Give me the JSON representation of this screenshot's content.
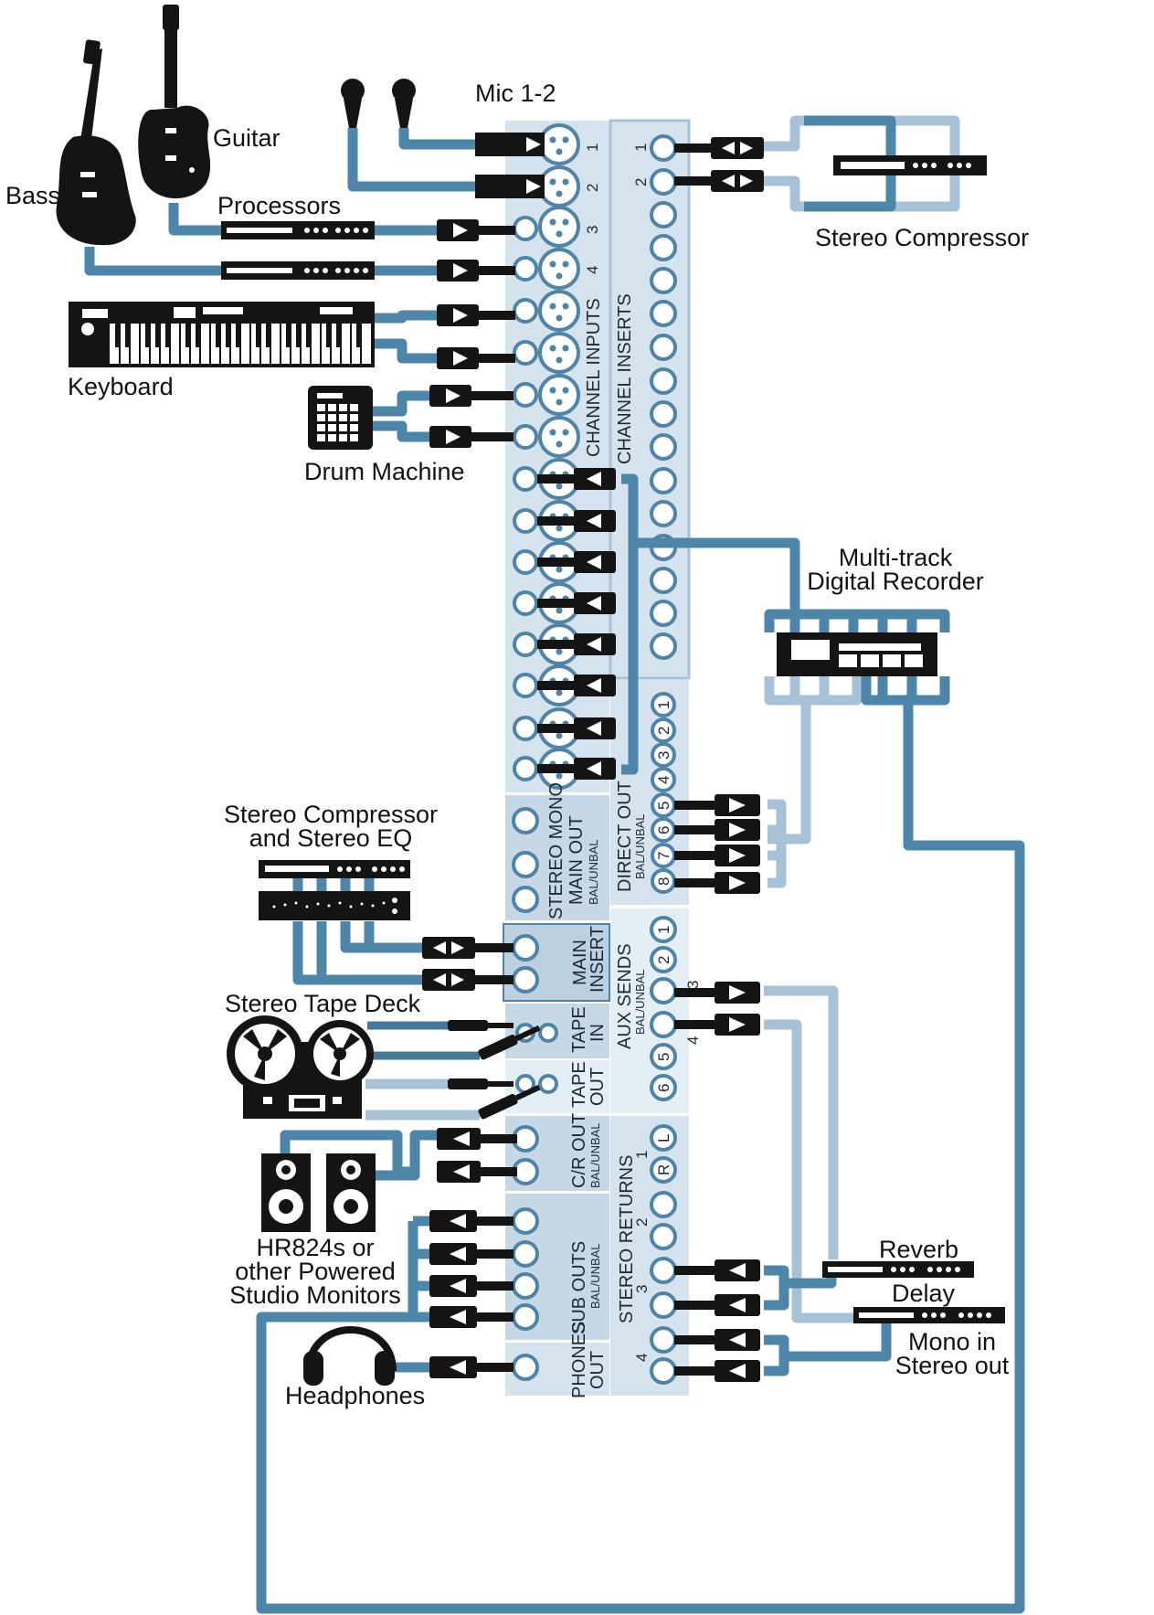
{
  "title": "",
  "colors": {
    "cable_dark": "#4e86aa",
    "cable_light": "#a7c2d6",
    "panel": "#d5e3ee",
    "panel_mid": "#c6d8e6",
    "equipment": "#141414"
  },
  "devices": {
    "mic": "Mic 1-2",
    "guitar": "Guitar",
    "bass": "Bass",
    "processors": "Processors",
    "keyboard": "Keyboard",
    "drum_machine": "Drum Machine",
    "stereo_compressor_top": "Stereo Compressor",
    "recorder_line1": "Multi-track",
    "recorder_line2": "Digital Recorder",
    "comp_eq_line1": "Stereo Compressor",
    "comp_eq_line2": "and Stereo EQ",
    "tape_deck": "Stereo Tape Deck",
    "monitors_line1": "HR824s or",
    "monitors_line2": "other Powered",
    "monitors_line3": "Studio Monitors",
    "headphones": "Headphones",
    "reverb": "Reverb",
    "delay": "Delay",
    "mono_line1": "Mono in",
    "mono_line2": "Stereo out"
  },
  "panel": {
    "channel_inputs": "CHANNEL INPUTS",
    "channel_inserts": "CHANNEL INSERTS",
    "stereo_mono_line1": "STEREO MONO",
    "stereo_mono_line2": "MAIN OUT",
    "stereo_mono_sub": "BAL/UNBAL",
    "direct_out": "DIRECT OUT",
    "direct_out_sub": "BAL/UNBAL",
    "main_insert_line1": "MAIN",
    "main_insert_line2": "INSERT",
    "aux_sends": "AUX  SENDS",
    "aux_sends_sub": "BAL/UNBAL",
    "tape_in_line1": "TAPE",
    "tape_in_line2": "IN",
    "tape_out_line1": "TAPE",
    "tape_out_line2": "OUT",
    "cr_out": "C/R OUT",
    "cr_out_sub": "BAL/UNBAL",
    "sub_outs": "SUB OUTS",
    "sub_outs_sub": "BAL/UNBAL",
    "stereo_returns": "STEREO  RETURNS",
    "phones_line1": "PHONES",
    "phones_line2": "OUT",
    "return_l": "L",
    "return_r": "R"
  },
  "numbers": {
    "input_nums": [
      "1",
      "2",
      "3",
      "4"
    ],
    "insert_nums": [
      "1",
      "2"
    ],
    "direct_nums": [
      "1",
      "2",
      "3",
      "4",
      "5",
      "6",
      "7",
      "8"
    ],
    "aux_nums": [
      "1",
      "2",
      "3",
      "4",
      "5",
      "6"
    ],
    "return_nums": [
      "1",
      "2",
      "3",
      "4"
    ]
  }
}
